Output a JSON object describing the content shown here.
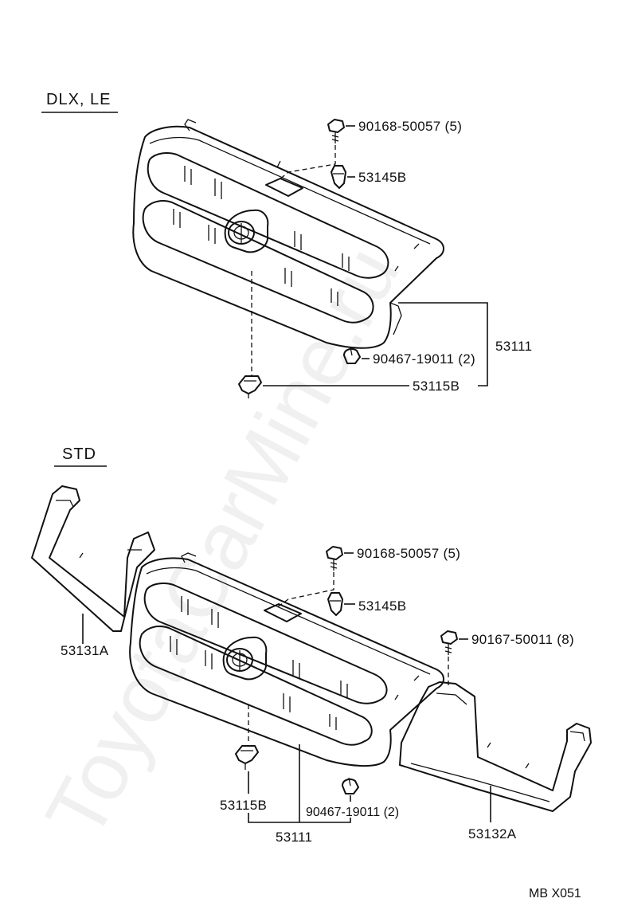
{
  "watermark": "ToyotaCarMine.ru",
  "figure_code": "MB X051",
  "sections": [
    {
      "id": "dlx_le",
      "header": "DLX, LE",
      "callouts": {
        "screw": "90168-50057 (5)",
        "retainer": "53145B",
        "clip": "90467-19011 (2)",
        "bracket": "53115B",
        "grille": "53111"
      }
    },
    {
      "id": "std",
      "header": "STD",
      "callouts": {
        "screw": "90168-50057 (5)",
        "retainer": "53145B",
        "left_panel": "53131A",
        "screw_side": "90167-50011 (8)",
        "bracket": "53115B",
        "clip": "90467-19011 (2)",
        "grille": "53111",
        "right_panel": "53132A"
      }
    }
  ]
}
